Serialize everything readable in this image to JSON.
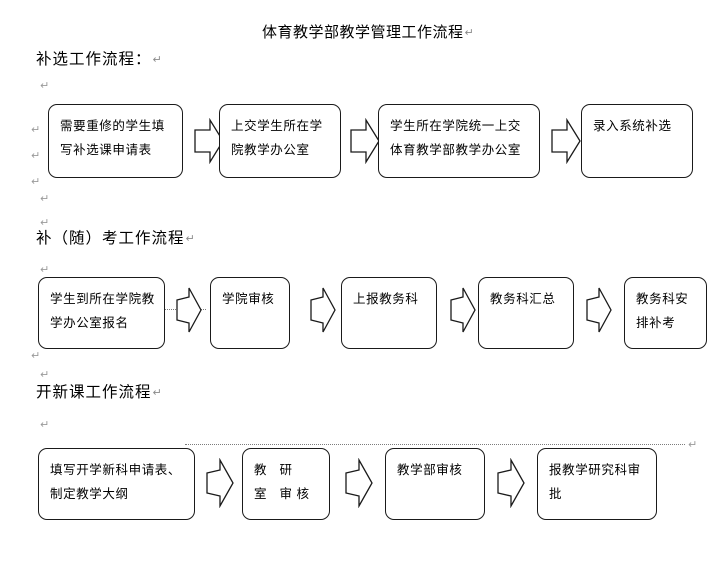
{
  "document": {
    "title": "体育教学部教学管理工作流程",
    "pilcrow": "↵"
  },
  "sections": [
    {
      "heading": "补选工作流程：",
      "nodes": [
        {
          "text": "需要重修的学生填写补选课申请表"
        },
        {
          "text": "上交学生所在学院教学办公室"
        },
        {
          "text": "学生所在学院统一上交体育教学部教学办公室"
        },
        {
          "text": "录入系统补选"
        }
      ],
      "arrows": [
        "right-arrow",
        "right-arrow",
        "right-arrow"
      ]
    },
    {
      "heading": "补（随）考工作流程",
      "nodes": [
        {
          "text": "学生到所在学院教学办公室报名"
        },
        {
          "text": "学院审核"
        },
        {
          "text": "上报教务科"
        },
        {
          "text": "教务科汇总"
        },
        {
          "text": "教务科安排补考"
        }
      ],
      "arrows": [
        "right-arrow",
        "right-arrow",
        "right-arrow",
        "right-arrow"
      ]
    },
    {
      "heading": "开新课工作流程",
      "nodes": [
        {
          "text": "填写开学新科申请表、制定教学大纲"
        },
        {
          "text": "教 研 室 审核"
        },
        {
          "text": "教学部审核"
        },
        {
          "text": "报教学研究科审批"
        }
      ],
      "arrows": [
        "right-arrow",
        "right-arrow",
        "right-arrow"
      ]
    }
  ],
  "margin_marks": [
    {
      "mark": "↵"
    },
    {
      "mark": "↵"
    },
    {
      "mark": "↵"
    },
    {
      "mark": "↵"
    },
    {
      "mark": "↵"
    },
    {
      "mark": "↵"
    },
    {
      "mark": "↵"
    },
    {
      "mark": "↵"
    },
    {
      "mark": "↵"
    },
    {
      "mark": "↵"
    }
  ],
  "colors": {
    "ink": "#1a1a1a",
    "page": "#ffffff",
    "mark": "#9a9a9a",
    "rule": "#7c7c7c"
  }
}
